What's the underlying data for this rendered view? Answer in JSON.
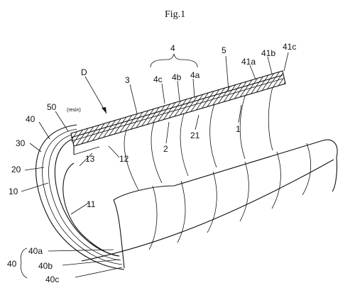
{
  "figure": {
    "title": "Fig.1",
    "labels": {
      "D": "D",
      "n4": "4",
      "n5": "5",
      "n3": "3",
      "n41a": "41a",
      "n41b": "41b",
      "n41c": "41c",
      "n4c": "4c",
      "n4b": "4b",
      "n4a": "4a",
      "n50": "50",
      "resin": "(resin)",
      "n40": "40",
      "n30": "30",
      "n20": "20",
      "n10": "10",
      "n13": "13",
      "n12": "12",
      "n2": "2",
      "n21": "21",
      "n1": "1",
      "n11": "11",
      "n40a": "40a",
      "n40b": "40b",
      "n40c": "40c",
      "n40bottom": "40"
    }
  }
}
